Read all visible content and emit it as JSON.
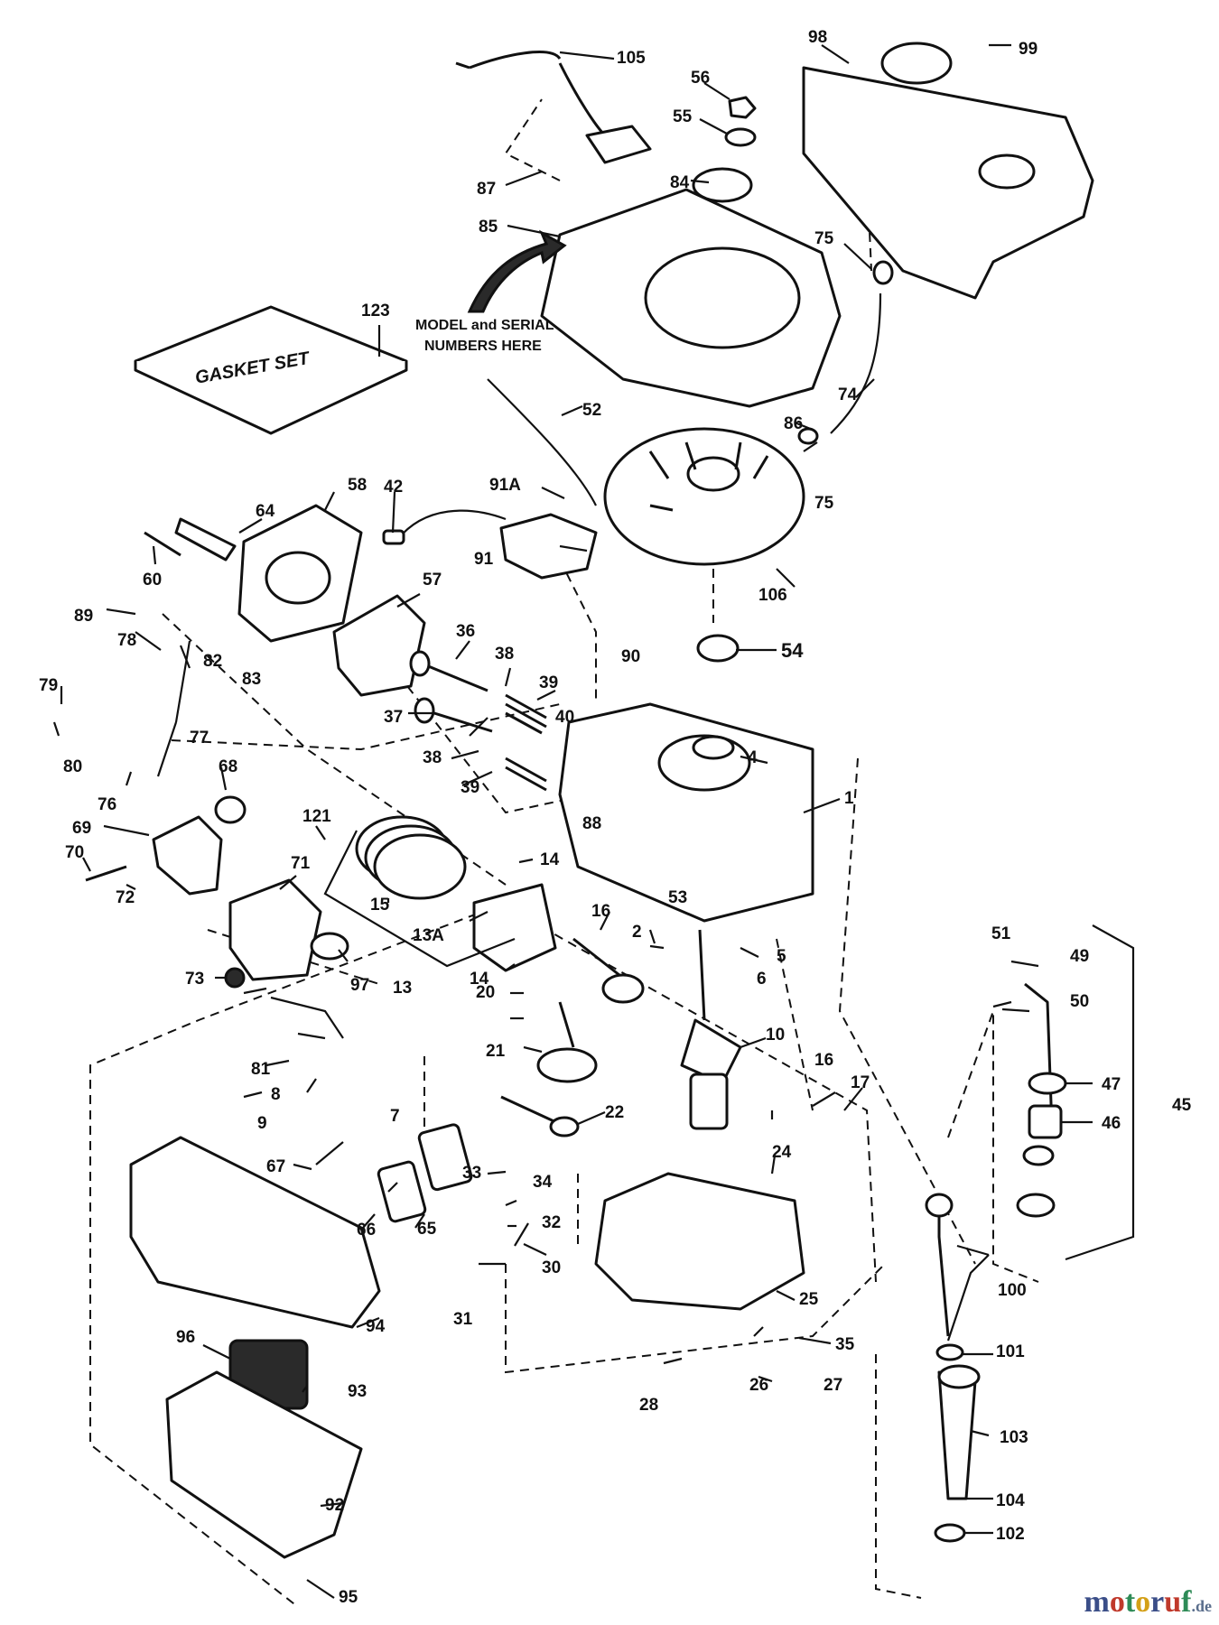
{
  "diagram": {
    "notes": {
      "model_serial": [
        "MODEL and SERIAL",
        "NUMBERS HERE"
      ],
      "gasket_set": "GASKET SET"
    },
    "labels": [
      "1",
      "2",
      "4",
      "5",
      "6",
      "7",
      "8",
      "9",
      "10",
      "13",
      "13A",
      "14",
      "14",
      "15",
      "16",
      "16",
      "17",
      "20",
      "21",
      "22",
      "24",
      "25",
      "26",
      "27",
      "28",
      "30",
      "31",
      "32",
      "33",
      "34",
      "35",
      "36",
      "37",
      "38",
      "38",
      "39",
      "39",
      "40",
      "42",
      "45",
      "46",
      "47",
      "49",
      "50",
      "51",
      "52",
      "53",
      "54",
      "55",
      "56",
      "57",
      "58",
      "60",
      "64",
      "65",
      "66",
      "67",
      "68",
      "69",
      "70",
      "71",
      "72",
      "73",
      "74",
      "75",
      "75",
      "76",
      "77",
      "78",
      "79",
      "80",
      "81",
      "82",
      "83",
      "84",
      "85",
      "86",
      "87",
      "88",
      "89",
      "90",
      "91",
      "91A",
      "92",
      "93",
      "94",
      "95",
      "96",
      "97",
      "98",
      "99",
      "100",
      "101",
      "102",
      "103",
      "104",
      "105",
      "106",
      "121",
      "123"
    ]
  },
  "watermark": {
    "name": "motoruf",
    "tld": ".de"
  },
  "colors": {
    "ink": "#111111",
    "watermark_m": "#3b4e88"
  }
}
